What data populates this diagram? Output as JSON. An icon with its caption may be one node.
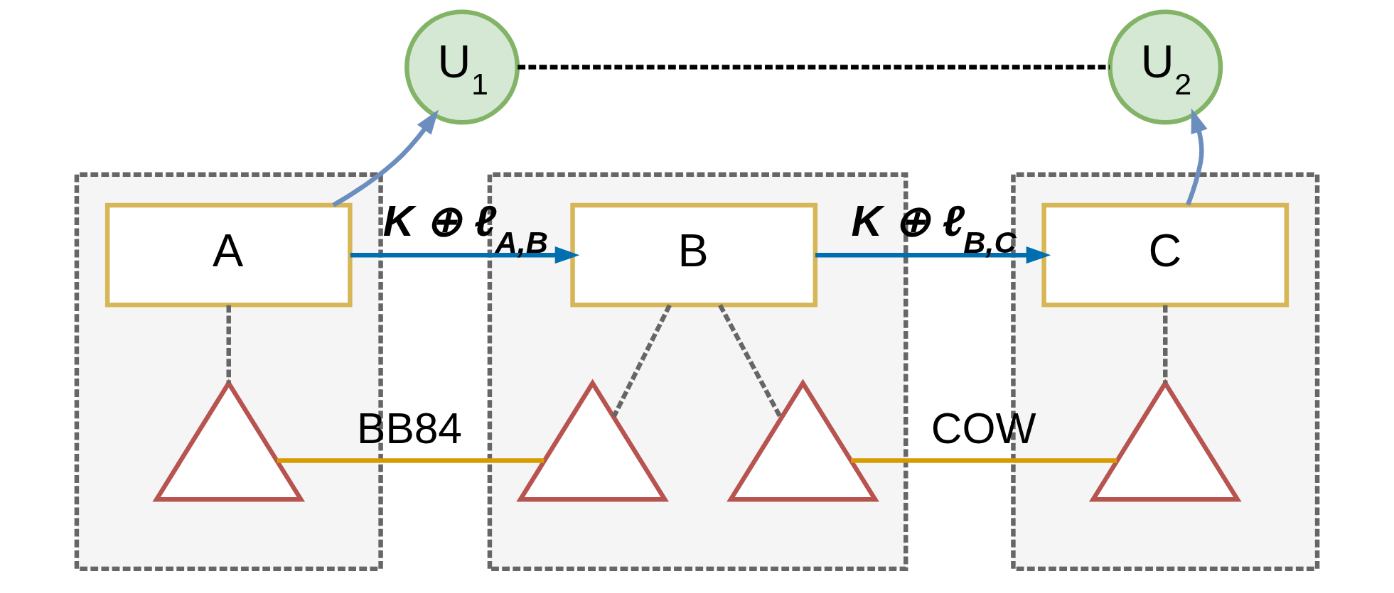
{
  "diagram": {
    "nodes": [
      {
        "text": [
          "U$_{1}$"
        ]
      },
      {
        "text": [
          "U$_{2}$"
        ]
      },
      {
        "text": [],
        "shape": "box"
      },
      {
        "text": [
          "A"
        ],
        "in": 2
      },
      {
        "text": [],
        "shape": "triangle",
        "in": 2
      },
      {
        "text": [],
        "shape": "box"
      },
      {
        "text": [
          "B"
        ],
        "in": 5
      },
      {
        "text": [],
        "shape": "triangle",
        "in": 5
      },
      {
        "text": [],
        "shape": "triangle",
        "in": 5
      },
      {
        "text": [],
        "shape": "box"
      },
      {
        "text": [
          "C"
        ],
        "in": 9
      },
      {
        "text": [],
        "shape": "triangle",
        "in": 9
      }
    ],
    "edges": [
      {
        "from": 0,
        "to": 1,
        "arrow": "none",
        "style": "dashed",
        "color": "#000000"
      },
      {
        "from": 3,
        "to": 0,
        "arrow": "to",
        "color": "#6c8ebf"
      },
      {
        "from": 3,
        "to": 6,
        "arrow": "to",
        "label": "K ⊕ ℓ$_{A,B}$",
        "color": "#006eaf"
      },
      {
        "from": 6,
        "to": 10,
        "arrow": "to",
        "label": "K ⊕ ℓ$_{B,C}$",
        "color": "#006eaf"
      },
      {
        "from": 10,
        "to": 1,
        "arrow": "to",
        "color": "#6c8ebf"
      },
      {
        "from": 3,
        "to": 4,
        "arrow": "none",
        "style": "dashed",
        "color": "#666666"
      },
      {
        "from": 6,
        "to": 7,
        "arrow": "none",
        "style": "dashed",
        "color": "#666666"
      },
      {
        "from": 6,
        "to": 8,
        "arrow": "none",
        "style": "dashed",
        "color": "#666666"
      },
      {
        "from": 10,
        "to": 11,
        "arrow": "none",
        "style": "dashed",
        "color": "#666666"
      },
      {
        "from": 4,
        "to": 7,
        "arrow": "none",
        "label": "BB84",
        "color": "#d79b00"
      },
      {
        "from": 8,
        "to": 11,
        "arrow": "none",
        "label": "COW",
        "color": "#d79b00"
      }
    ]
  }
}
